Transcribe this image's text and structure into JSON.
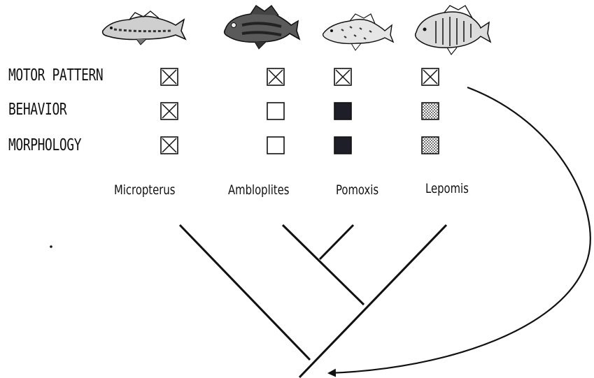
{
  "characters": [
    {
      "label": "MOTOR PATTERN"
    },
    {
      "label": "BEHAVIOR"
    },
    {
      "label": "MORPHOLOGY"
    }
  ],
  "taxa": [
    {
      "label": "Micropterus",
      "states": [
        "crossed",
        "crossed",
        "crossed"
      ]
    },
    {
      "label": "Ambloplites",
      "states": [
        "crossed",
        "empty",
        "empty"
      ]
    },
    {
      "label": "Pomoxis",
      "states": [
        "crossed",
        "solid",
        "solid"
      ]
    },
    {
      "label": "Lepomis",
      "states": [
        "crossed",
        "stippled",
        "stippled"
      ]
    }
  ],
  "fish_icons": [
    "bass-fish-icon",
    "rock-bass-fish-icon",
    "crappie-fish-icon",
    "sunfish-fish-icon"
  ],
  "colors": {
    "ink": "#111111",
    "solid_fill": "#1e1e28",
    "stipple": "#777777"
  }
}
